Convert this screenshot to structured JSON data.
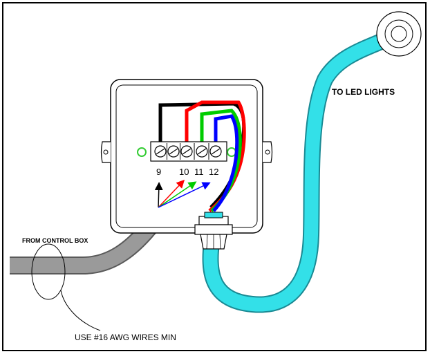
{
  "labels": {
    "to_led": "TO LED LIGHTS",
    "from_control": "FROM CONTROL BOX",
    "wire_note": "USE #16 AWG WIRES MIN"
  },
  "terminals": [
    {
      "number": "9",
      "wire_color": "#000000"
    },
    {
      "number": "10",
      "wire_color": "#ff0000"
    },
    {
      "number": "11",
      "wire_color": "#00cc00"
    },
    {
      "number": "12",
      "wire_color": "#0000ff"
    }
  ],
  "colors": {
    "led_cable": "#33e0e8",
    "control_cable": "#9a9a9a",
    "box_outline": "#000000",
    "mount_hole": "#66ff66"
  }
}
